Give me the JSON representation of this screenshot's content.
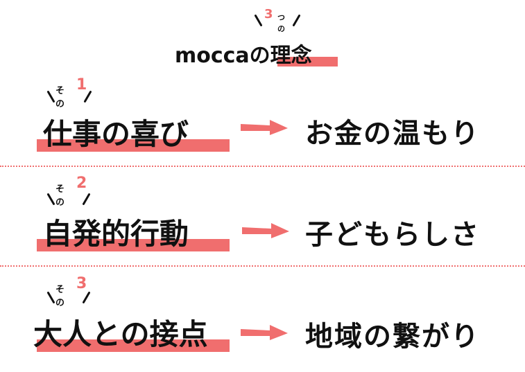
{
  "title": {
    "number": "3",
    "suffix": "つの",
    "text": "moccaの理念"
  },
  "accent_color": "#f06e6e",
  "rows": [
    {
      "sono": "その",
      "number": "1",
      "left": "仕事の喜び",
      "right": "お金の温もり",
      "arrow_icon": "right-arrow"
    },
    {
      "sono": "その",
      "number": "2",
      "left": "自発的行動",
      "right": "子どもらしさ",
      "arrow_icon": "right-arrow"
    },
    {
      "sono": "その",
      "number": "3",
      "left": "大人との接点",
      "right": "地域の繋がり",
      "arrow_icon": "right-arrow"
    }
  ]
}
